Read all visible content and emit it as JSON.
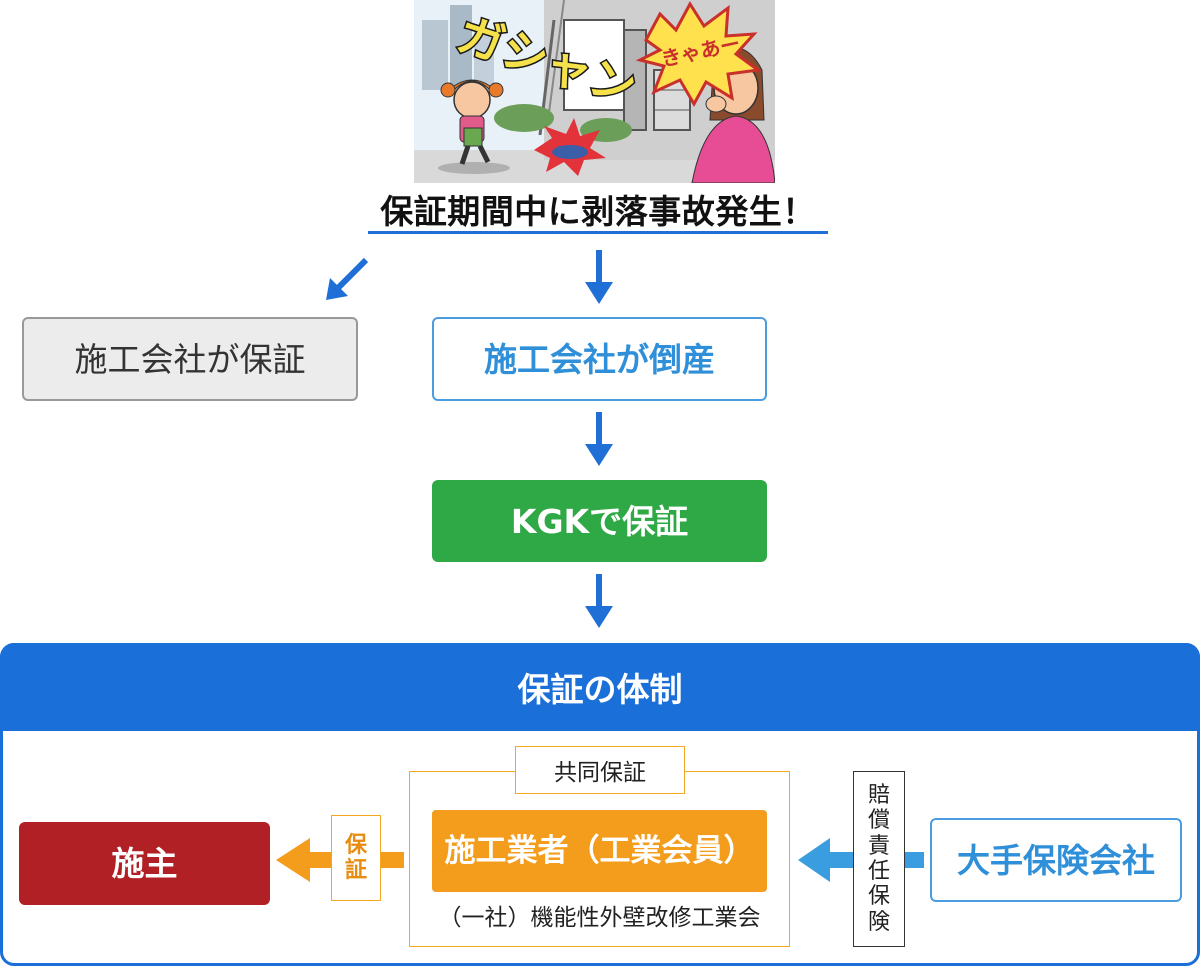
{
  "illustration": {
    "sfx_left": "ガシャン",
    "sfx_right": "きゃあー"
  },
  "headline": "保証期間中に剥落事故発生！",
  "branch_left": "施工会社が保証",
  "branch_center": "施工会社が倒産",
  "kgk_box": "KGKで保証",
  "system": {
    "title": "保証の体制",
    "owner": "施主",
    "guarantee_label": [
      "保",
      "証"
    ],
    "joint_label": "共同保証",
    "contractor": "施工業者（工業会員）",
    "association": "（一社）機能性外壁改修工業会",
    "insurance_label": [
      "賠",
      "償",
      "責",
      "任",
      "保",
      "険"
    ],
    "insurer": "大手保険会社"
  },
  "colors": {
    "blue": "#1b6fd8",
    "green": "#2fa846",
    "orange": "#f49c1b",
    "red": "#b02024",
    "light_blue": "#4a9de0"
  }
}
